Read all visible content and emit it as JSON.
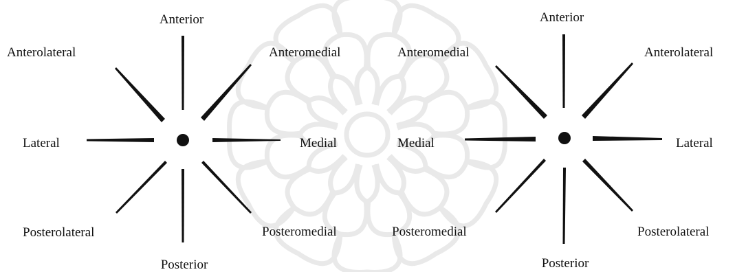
{
  "diagrams": [
    {
      "id": "left",
      "labels": {
        "anterior": "Anterior",
        "anterolateral": "Anterolateral",
        "anteromedial": "Anteromedial",
        "lateral": "Lateral",
        "medial": "Medial",
        "posterolateral": "Posterolateral",
        "posteromedial": "Posteromedial",
        "posterior": "Posterior"
      }
    },
    {
      "id": "right",
      "labels": {
        "anterior": "Anterior",
        "anteromedial": "Anteromedial",
        "anterolateral": "Anterolateral",
        "medial": "Medial",
        "lateral": "Lateral",
        "posteromedial": "Posteromedial",
        "posterolateral": "Posterolateral",
        "posterior": "Posterior"
      }
    }
  ],
  "colors": {
    "ink": "#111111",
    "watermark": "#e9e9e9",
    "background": "#ffffff"
  }
}
